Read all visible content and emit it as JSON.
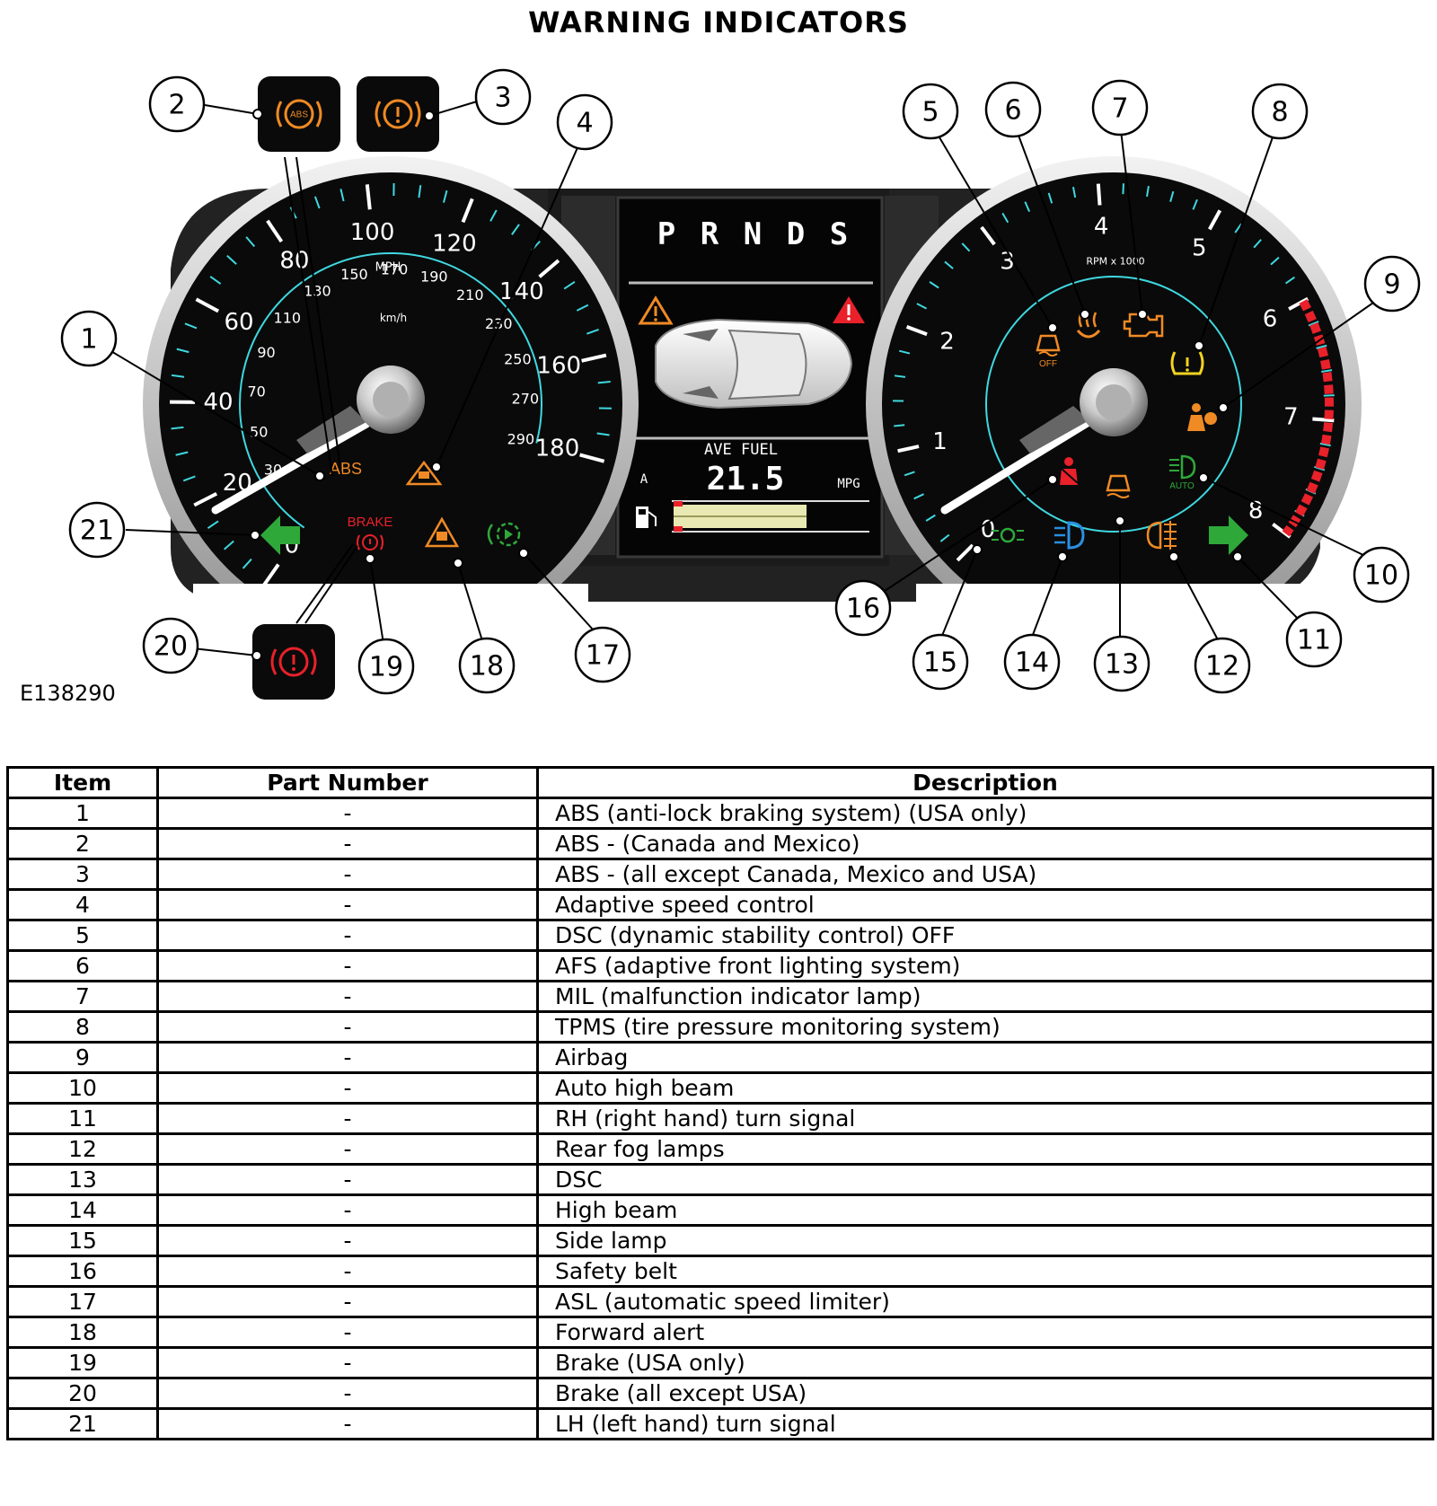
{
  "title": "WARNING INDICATORS",
  "figure_code": "E138290",
  "callouts": [
    "1",
    "2",
    "3",
    "4",
    "5",
    "6",
    "7",
    "8",
    "9",
    "10",
    "11",
    "12",
    "13",
    "14",
    "15",
    "16",
    "17",
    "18",
    "19",
    "20",
    "21"
  ],
  "speedometer": {
    "mph_labels": [
      "0",
      "20",
      "40",
      "60",
      "80",
      "100",
      "120",
      "140",
      "160",
      "180"
    ],
    "mph_unit": "MPH",
    "kmh_labels": [
      "30",
      "50",
      "70",
      "90",
      "110",
      "130",
      "150",
      "170",
      "190",
      "210",
      "230",
      "250",
      "270",
      "290"
    ],
    "kmh_unit": "km/h",
    "abs_label": "ABS",
    "brake_label": "BRAKE"
  },
  "tachometer": {
    "labels": [
      "0",
      "1",
      "2",
      "3",
      "4",
      "5",
      "6",
      "7",
      "8"
    ],
    "unit": "RPM x 1000",
    "dsc_off_label": "OFF",
    "auto_label": "AUTO"
  },
  "display": {
    "gears": [
      "P",
      "R",
      "N",
      "D",
      "S"
    ],
    "fuel_label": "AVE FUEL",
    "fuel_value": "21.5",
    "fuel_unit": "MPG",
    "trip_label": "A"
  },
  "icons": {
    "abs": "abs-icon",
    "brake": "brake-warning-icon",
    "turn_left": "left-arrow-icon",
    "turn_right": "right-arrow-icon",
    "seatbelt": "seatbelt-icon",
    "airbag": "airbag-icon",
    "engine": "engine-icon",
    "tpms": "tire-pressure-icon",
    "forward_alert": "forward-alert-icon",
    "adaptive_speed": "adaptive-speed-icon",
    "asl": "speed-limiter-icon",
    "high_beam": "high-beam-icon",
    "side_lamp": "side-lamp-icon",
    "fog": "rear-fog-icon",
    "dsc": "dsc-icon",
    "afs": "afs-icon",
    "warning_triangle": "warning-triangle-icon",
    "fuel_pump": "fuel-pump-icon",
    "car": "car-icon"
  },
  "colors": {
    "amber": "#f08a24",
    "red": "#e8212a",
    "green": "#2fa83a",
    "blue": "#2a8fe0",
    "yellow": "#f3d320",
    "cyan": "#3fd8e0",
    "redline": "#e8212a"
  },
  "table": {
    "headers": [
      "Item",
      "Part Number",
      "Description"
    ],
    "rows": [
      [
        "1",
        "-",
        "ABS (anti-lock braking system) (USA only)"
      ],
      [
        "2",
        "-",
        "ABS - (Canada and Mexico)"
      ],
      [
        "3",
        "-",
        "ABS - (all except Canada, Mexico and USA)"
      ],
      [
        "4",
        "-",
        "Adaptive speed control"
      ],
      [
        "5",
        "-",
        "DSC (dynamic stability control) OFF"
      ],
      [
        "6",
        "-",
        "AFS (adaptive front lighting system)"
      ],
      [
        "7",
        "-",
        "MIL (malfunction indicator lamp)"
      ],
      [
        "8",
        "-",
        "TPMS (tire pressure monitoring system)"
      ],
      [
        "9",
        "-",
        "Airbag"
      ],
      [
        "10",
        "-",
        "Auto high beam"
      ],
      [
        "11",
        "-",
        "RH (right hand) turn signal"
      ],
      [
        "12",
        "-",
        "Rear fog lamps"
      ],
      [
        "13",
        "-",
        "DSC"
      ],
      [
        "14",
        "-",
        "High beam"
      ],
      [
        "15",
        "-",
        "Side lamp"
      ],
      [
        "16",
        "-",
        "Safety belt"
      ],
      [
        "17",
        "-",
        "ASL (automatic speed limiter)"
      ],
      [
        "18",
        "-",
        "Forward alert"
      ],
      [
        "19",
        "-",
        "Brake (USA only)"
      ],
      [
        "20",
        "-",
        "Brake (all except USA)"
      ],
      [
        "21",
        "-",
        "LH (left hand) turn signal"
      ]
    ]
  }
}
